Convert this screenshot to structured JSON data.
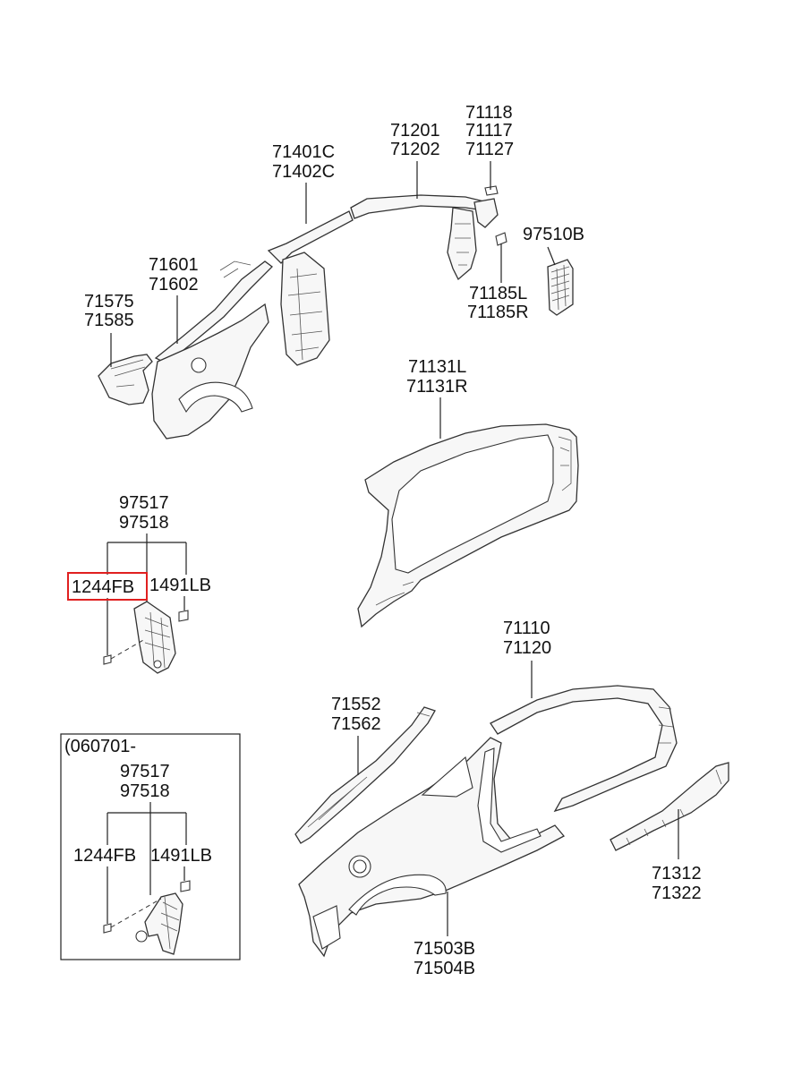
{
  "labels": {
    "p71118": "71118",
    "p71117": "71117",
    "p71127": "71127",
    "p71201": "71201",
    "p71202": "71202",
    "p71401c": "71401C",
    "p71402c": "71402C",
    "p97510b": "97510B",
    "p71601": "71601",
    "p71602": "71602",
    "p71575": "71575",
    "p71585": "71585",
    "p71185l": "71185L",
    "p71185r": "71185R",
    "p71131l": "71131L",
    "p71131r": "71131R",
    "p97517": "97517",
    "p97518": "97518",
    "p1244fb": "1244FB",
    "p1491lb": "1491LB",
    "p71110": "71110",
    "p71120": "71120",
    "p71552": "71552",
    "p71562": "71562",
    "inset_date": "(060701-",
    "inset_97517": "97517",
    "inset_97518": "97518",
    "inset_1244fb": "1244FB",
    "inset_1491lb": "1491LB",
    "p71312": "71312",
    "p71322": "71322",
    "p71503b": "71503B",
    "p71504b": "71504B"
  },
  "highlight": {
    "part": "1244FB",
    "color": "#e02020"
  }
}
